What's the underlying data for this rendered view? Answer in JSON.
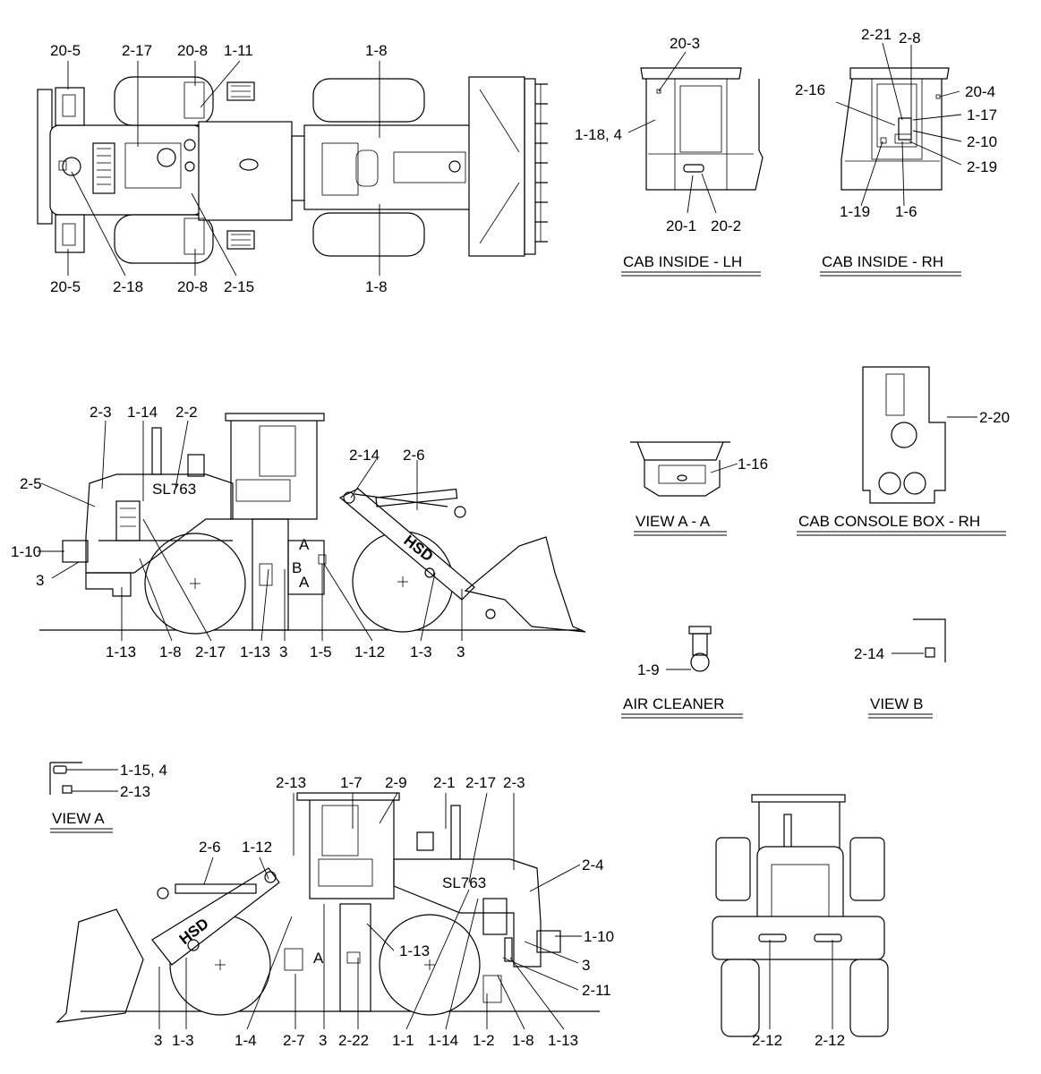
{
  "captions": {
    "cab_lh": "CAB INSIDE - LH",
    "cab_rh": "CAB INSIDE - RH",
    "view_aa": "VIEW A - A",
    "console": "CAB CONSOLE BOX - RH",
    "air_cleaner": "AIR CLEANER",
    "view_b": "VIEW B",
    "view_a": "VIEW A"
  },
  "brand": {
    "hsd": "HSD",
    "model": "SL763"
  },
  "section_marks": {
    "a": "A",
    "b": "B"
  },
  "labels": {
    "top_20_5a": "20-5",
    "top_2_17": "2-17",
    "top_20_8a": "20-8",
    "top_1_11": "1-11",
    "top_1_8a": "1-8",
    "top_20_5b": "20-5",
    "top_2_18": "2-18",
    "top_20_8b": "20-8",
    "top_2_15": "2-15",
    "top_1_8b": "1-8",
    "lh_20_3": "20-3",
    "lh_1_18": "1-18, 4",
    "lh_20_1": "20-1",
    "lh_20_2": "20-2",
    "rh_2_21": "2-21",
    "rh_2_8": "2-8",
    "rh_2_16": "2-16",
    "rh_20_4": "20-4",
    "rh_1_17": "1-17",
    "rh_2_10": "2-10",
    "rh_2_19": "2-19",
    "rh_1_19": "1-19",
    "rh_1_6": "1-6",
    "ls_2_3": "2-3",
    "ls_1_14": "1-14",
    "ls_2_2": "2-2",
    "ls_2_5": "2-5",
    "ls_2_14": "2-14",
    "ls_2_6": "2-6",
    "ls_1_10": "1-10",
    "ls_3a": "3",
    "ls_1_13a": "1-13",
    "ls_1_8": "1-8",
    "ls_2_17": "2-17",
    "ls_1_13b": "1-13",
    "ls_3b": "3",
    "ls_1_5": "1-5",
    "ls_1_12": "1-12",
    "ls_1_3": "1-3",
    "ls_3c": "3",
    "vaa_1_16": "1-16",
    "con_2_20": "2-20",
    "ac_1_9": "1-9",
    "vb_2_14": "2-14",
    "va_1_15": "1-15, 4",
    "va_2_13": "2-13",
    "rs_2_13": "2-13",
    "rs_1_7": "1-7",
    "rs_2_9": "2-9",
    "rs_2_1": "2-1",
    "rs_2_17": "2-17",
    "rs_2_3": "2-3",
    "rs_2_6": "2-6",
    "rs_1_12": "1-12",
    "rs_2_4": "2-4",
    "rs_1_10": "1-10",
    "rs_1_13a": "1-13",
    "rs_3a": "3",
    "rs_2_11": "2-11",
    "rs_3b": "3",
    "rs_1_3": "1-3",
    "rs_1_4": "1-4",
    "rs_2_7": "2-7",
    "rs_3c": "3",
    "rs_2_22": "2-22",
    "rs_1_1": "1-1",
    "rs_1_14": "1-14",
    "rs_1_2": "1-2",
    "rs_1_8": "1-8",
    "rs_1_13b": "1-13",
    "fr_2_12a": "2-12",
    "fr_2_12b": "2-12"
  }
}
